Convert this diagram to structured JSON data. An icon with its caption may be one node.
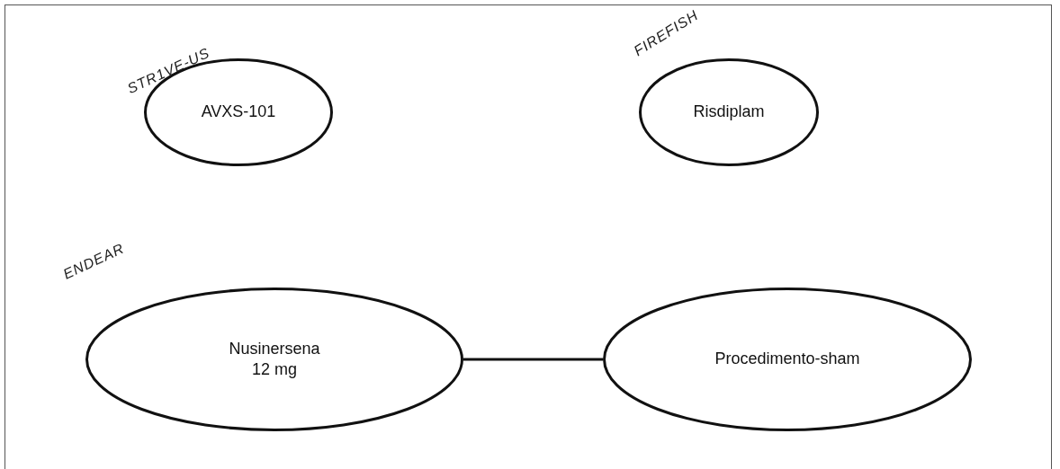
{
  "diagram": {
    "nodes": [
      {
        "text": [
          "AVXS-101"
        ],
        "beside": [
          "STR1VE-US"
        ]
      },
      {
        "text": [
          "Risdiplam"
        ],
        "beside": [
          "FIREFISH"
        ]
      },
      {
        "text": [
          "Nusinersena 12 mg"
        ],
        "beside": [
          "ENDEAR"
        ]
      },
      {
        "text": [
          "Procedimento-sham"
        ]
      }
    ],
    "edges": [
      {
        "from": 2,
        "to": 3,
        "arrow": "none"
      }
    ]
  }
}
